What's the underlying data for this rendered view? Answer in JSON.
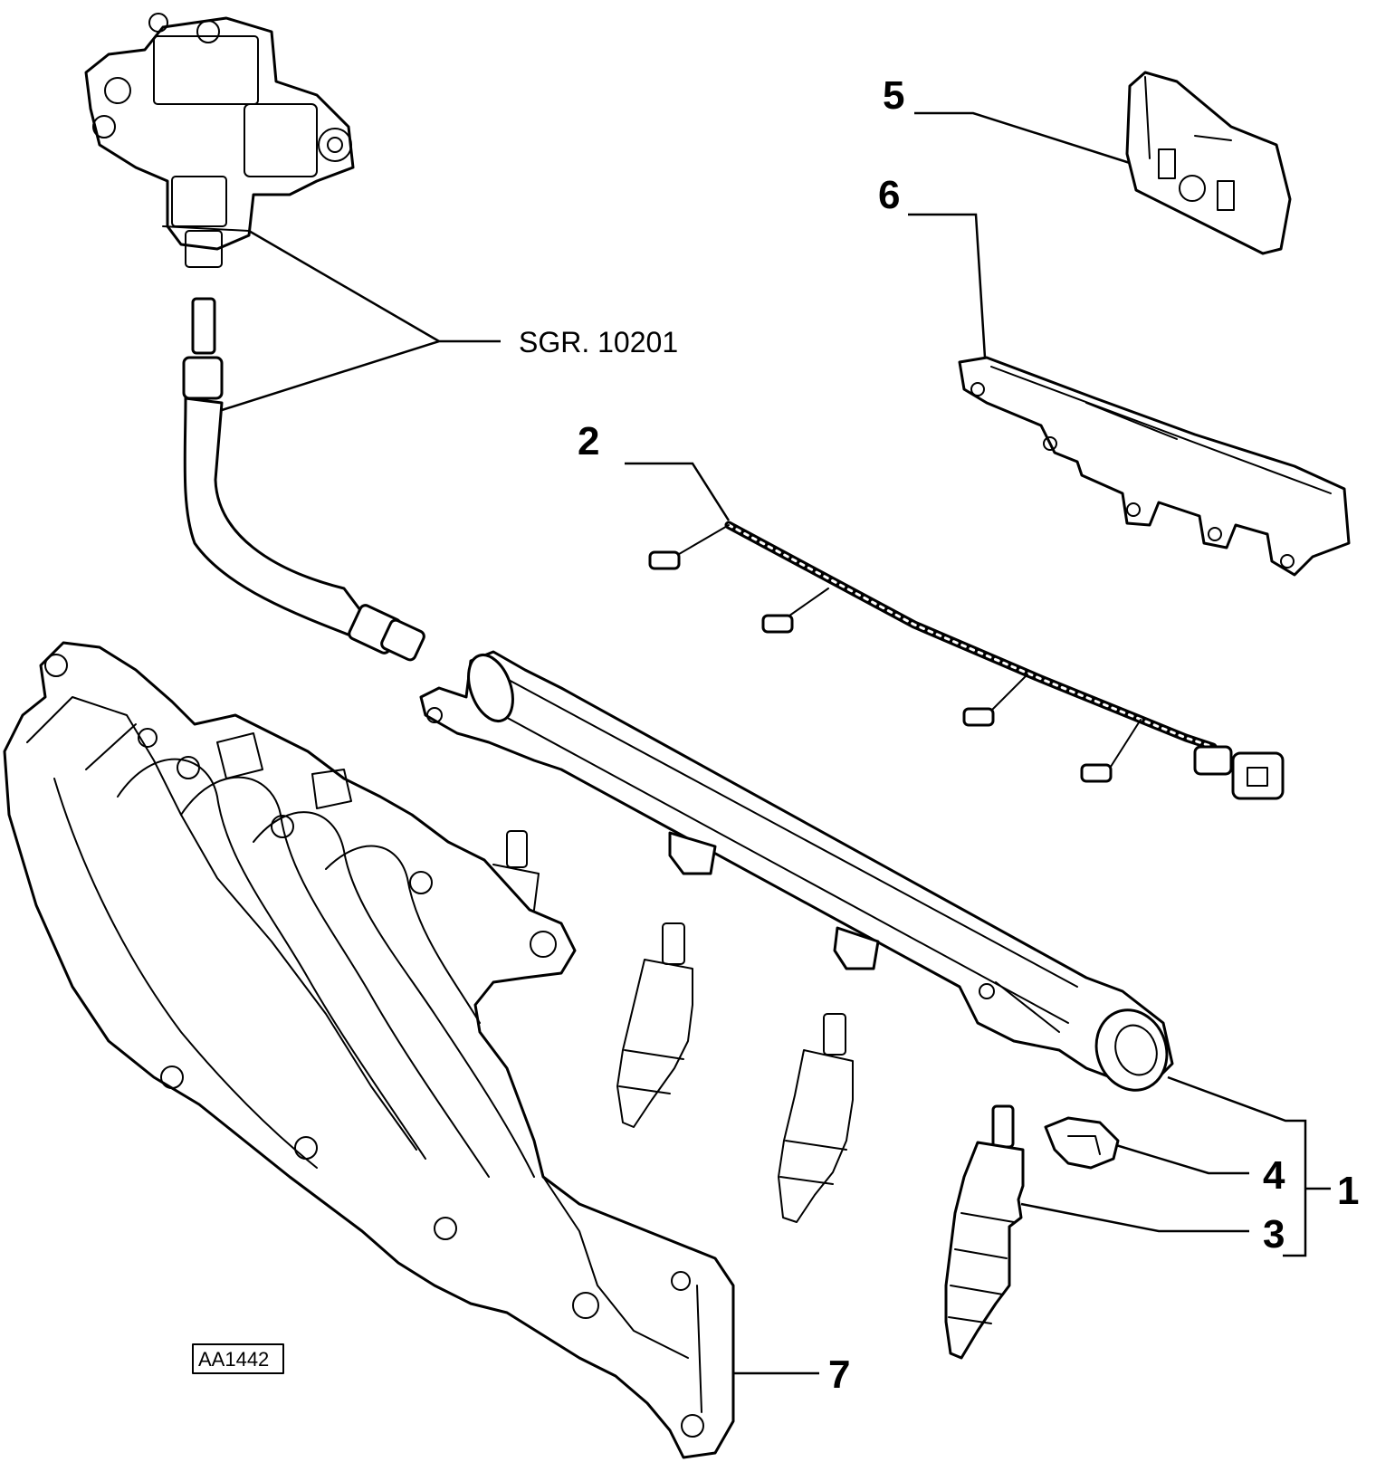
{
  "callouts": {
    "c1": "1",
    "c2": "2",
    "c3": "3",
    "c4": "4",
    "c5": "5",
    "c6": "6",
    "c7": "7"
  },
  "reference": "SGR. 10201",
  "drawing_code": "AA1442"
}
